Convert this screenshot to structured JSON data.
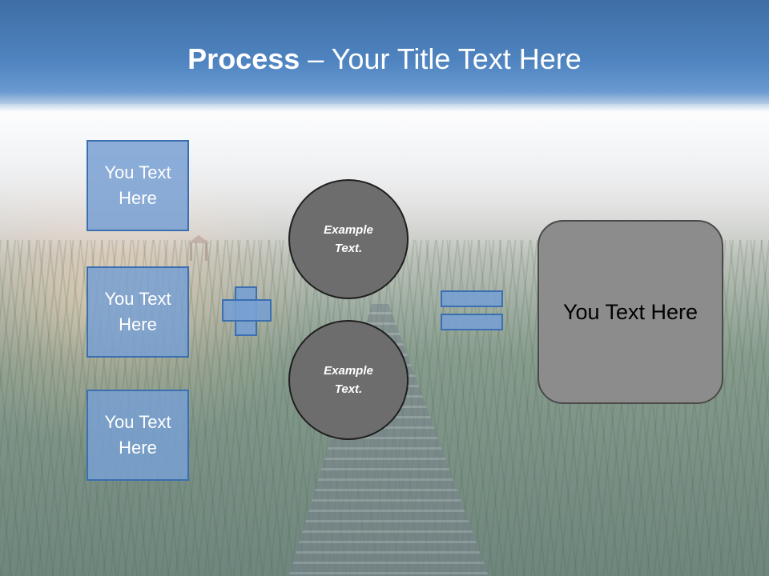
{
  "title": {
    "bold": "Process",
    "rest": " – Your Title Text Here"
  },
  "left_boxes": [
    {
      "line1": "You Text",
      "line2": "Here"
    },
    {
      "line1": "You Text",
      "line2": "Here"
    },
    {
      "line1": "You Text",
      "line2": "Here"
    }
  ],
  "circles": [
    {
      "line1": "Example",
      "line2": "Text."
    },
    {
      "line1": "Example",
      "line2": "Text."
    }
  ],
  "result_box": {
    "text": "You Text Here"
  },
  "colors": {
    "header": "#4f84c0",
    "box_fill": "#789fd2",
    "box_border": "#3b6fb0",
    "circle_fill": "#6d6d6d",
    "result_fill": "#8c8c8c"
  }
}
